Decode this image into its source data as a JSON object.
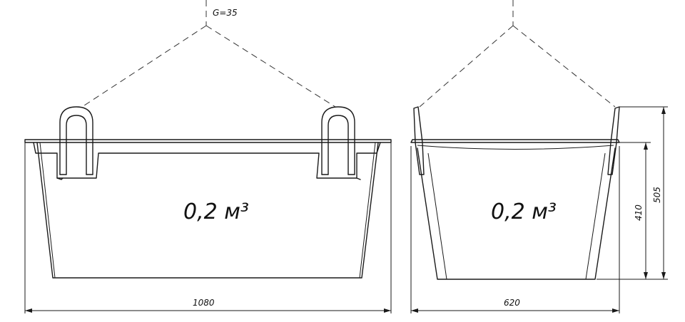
{
  "drawing": {
    "load_label": "G=35",
    "front_view": {
      "volume_label": "0,2 м³",
      "width_dimension": "1080"
    },
    "side_view": {
      "volume_label": "0,2 м³",
      "width_dimension": "620",
      "inner_height_dimension": "410",
      "total_height_dimension": "505"
    }
  }
}
